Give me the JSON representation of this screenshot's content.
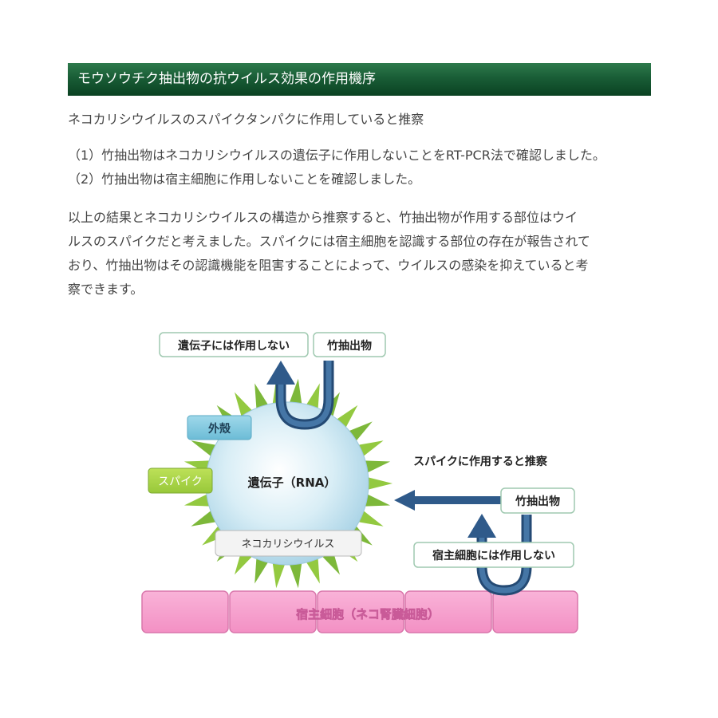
{
  "header": {
    "title": "モウソウチク抽出物の抗ウイルス効果の作用機序"
  },
  "intro": "ネコカリシウイルスのスパイクタンパクに作用していると推察",
  "findings": [
    "（1）竹抽出物はネコカリシウイルスの遺伝子に作用しないことをRT-PCR法で確認しました。",
    "（2）竹抽出物は宿主細胞に作用しないことを確認しました。"
  ],
  "conclusion_lines": [
    "以上の結果とネコカリシウイルスの構造から推察すると、竹抽出物が作用する部位はウイ",
    "ルスのスパイクだと考えました。スパイクには宿主細胞を認識する部位の存在が報告されて",
    "おり、竹抽出物はその認識機能を阻害することによって、ウイルスの感染を抑えていると考",
    "察できます。"
  ],
  "diagram": {
    "no_gene_effect": "遺伝子には作用しない",
    "bamboo_extract_top": "竹抽出物",
    "outer_shell": "外殻",
    "spike": "スパイク",
    "gene_rna": "遺伝子（RNA）",
    "virus_name": "ネコカリシウイルス",
    "spike_action": "スパイクに作用すると推察",
    "bamboo_extract_right": "竹抽出物",
    "no_host_effect": "宿主細胞には作用しない",
    "host_cell": "宿主細胞（ネコ腎臓細胞）"
  },
  "colors": {
    "header_green": "#195d36",
    "arrow_blue": "#2f5a8a",
    "spike_green": "#8dc63f",
    "cell_pink": "#f59acb",
    "shell_cyan": "#7ec8de",
    "spike_label_green": "#a6d23f"
  }
}
